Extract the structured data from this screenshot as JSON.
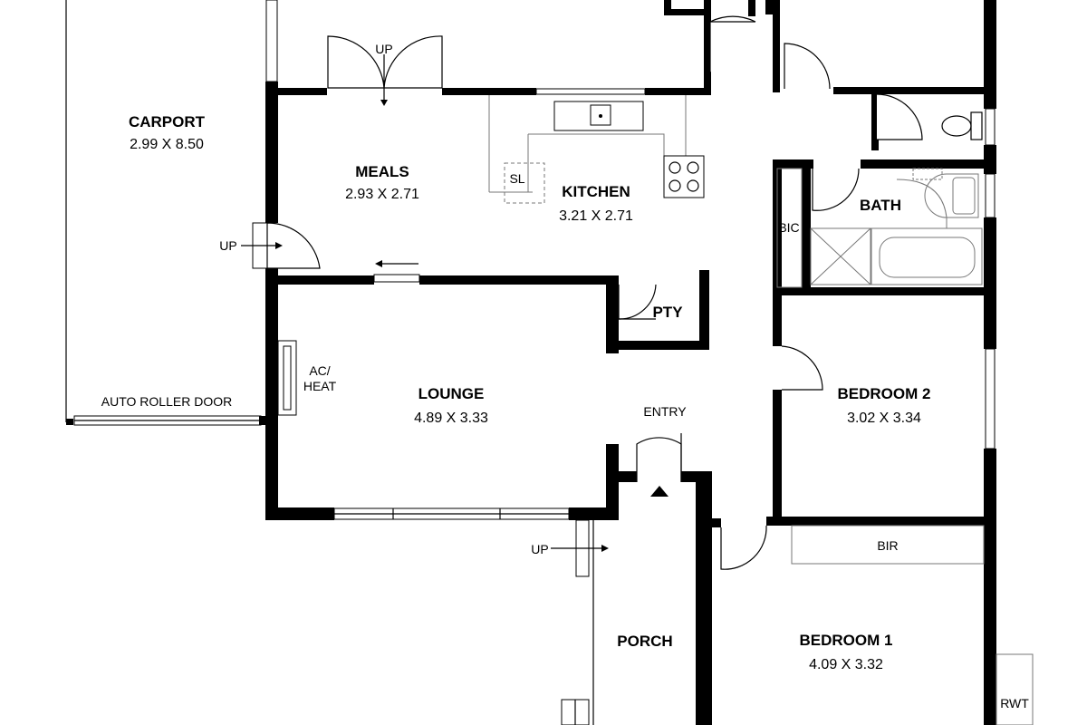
{
  "rooms": {
    "carport": {
      "name": "CARPORT",
      "dims": "2.99 X 8.50"
    },
    "meals": {
      "name": "MEALS",
      "dims": "2.93 X 2.71"
    },
    "kitchen": {
      "name": "KITCHEN",
      "dims": "3.21 X 2.71"
    },
    "bath": {
      "name": "BATH"
    },
    "pty": {
      "name": "PTY"
    },
    "lounge": {
      "name": "LOUNGE",
      "dims": "4.89 X 3.33"
    },
    "bedroom2": {
      "name": "BEDROOM 2",
      "dims": "3.02 X 3.34"
    },
    "porch": {
      "name": "PORCH"
    },
    "bedroom1": {
      "name": "BEDROOM 1",
      "dims": "4.09 X 3.32"
    }
  },
  "labels": {
    "up": "UP",
    "sl": "SL",
    "bic": "BIC",
    "ac_line1": "AC/",
    "ac_line2": "HEAT",
    "auto_roller_door": "AUTO ROLLER DOOR",
    "entry": "ENTRY",
    "bir": "BIR",
    "rwt": "RWT"
  }
}
